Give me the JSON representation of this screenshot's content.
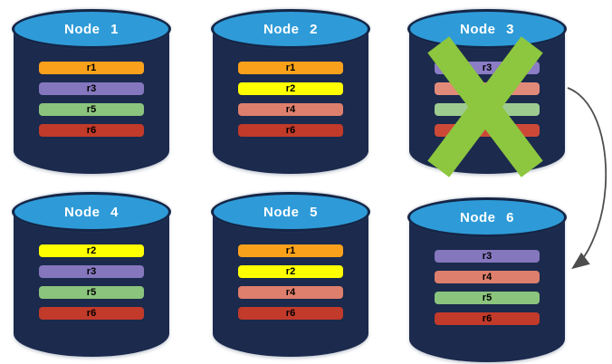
{
  "diagram": {
    "colors": {
      "cylinder_body": "#1B2A4D",
      "cylinder_top": "#2E9BD8",
      "cylinder_top_border": "#152647",
      "failure_x": "#8DC63F",
      "arrow": "#4D4D4D"
    },
    "nodes": [
      {
        "label": "Node 1",
        "failed": false,
        "bars": [
          {
            "label": "r1",
            "color": "#F9A11B"
          },
          {
            "label": "r3",
            "color": "#8577BE"
          },
          {
            "label": "r5",
            "color": "#8BC47D"
          },
          {
            "label": "r6",
            "color": "#C13A2A"
          }
        ]
      },
      {
        "label": "Node 2",
        "failed": false,
        "bars": [
          {
            "label": "r1",
            "color": "#F9A11B"
          },
          {
            "label": "r2",
            "color": "#FFFF00"
          },
          {
            "label": "r4",
            "color": "#DD7F6C"
          },
          {
            "label": "r6",
            "color": "#C13A2A"
          }
        ]
      },
      {
        "label": "Node 3",
        "failed": true,
        "bars": [
          {
            "label": "r3",
            "color": "#8B7CC6"
          },
          {
            "label": "",
            "color": "#E28A79"
          },
          {
            "label": "",
            "color": "#9ECC90"
          },
          {
            "label": "",
            "color": "#CD4937"
          }
        ]
      },
      {
        "label": "Node 4",
        "failed": false,
        "bars": [
          {
            "label": "r2",
            "color": "#FFFF00"
          },
          {
            "label": "r3",
            "color": "#8577BE"
          },
          {
            "label": "r5",
            "color": "#8BC47D"
          },
          {
            "label": "r6",
            "color": "#C13A2A"
          }
        ]
      },
      {
        "label": "Node 5",
        "failed": false,
        "bars": [
          {
            "label": "r1",
            "color": "#F9A11B"
          },
          {
            "label": "r2",
            "color": "#FFFF00"
          },
          {
            "label": "r4",
            "color": "#DD7F6C"
          },
          {
            "label": "r6",
            "color": "#C13A2A"
          }
        ]
      },
      {
        "label": "Node 6",
        "failed": false,
        "bars": [
          {
            "label": "r3",
            "color": "#8577BE"
          },
          {
            "label": "r4",
            "color": "#DD7F6C"
          },
          {
            "label": "r5",
            "color": "#8BC47D"
          },
          {
            "label": "r6",
            "color": "#C13A2A"
          }
        ]
      }
    ],
    "arrow": {
      "from": "Node 3",
      "to": "Node 6"
    }
  }
}
